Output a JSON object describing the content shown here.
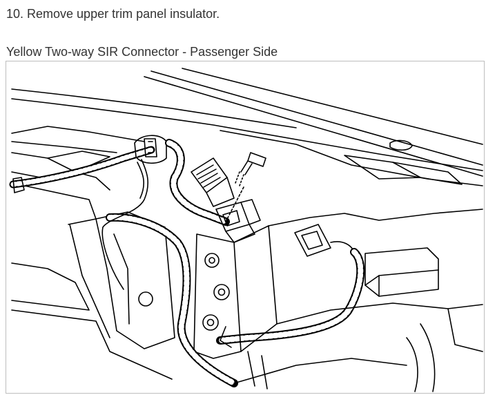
{
  "step": {
    "text": "10. Remove upper trim panel insulator."
  },
  "figure": {
    "caption": "Yellow Two-way SIR Connector - Passenger Side",
    "illustration": "line-drawing-dash-harness-connector"
  },
  "colors": {
    "text": "#333333",
    "frame_border": "#bdbdbd",
    "line_art": "#000000"
  }
}
